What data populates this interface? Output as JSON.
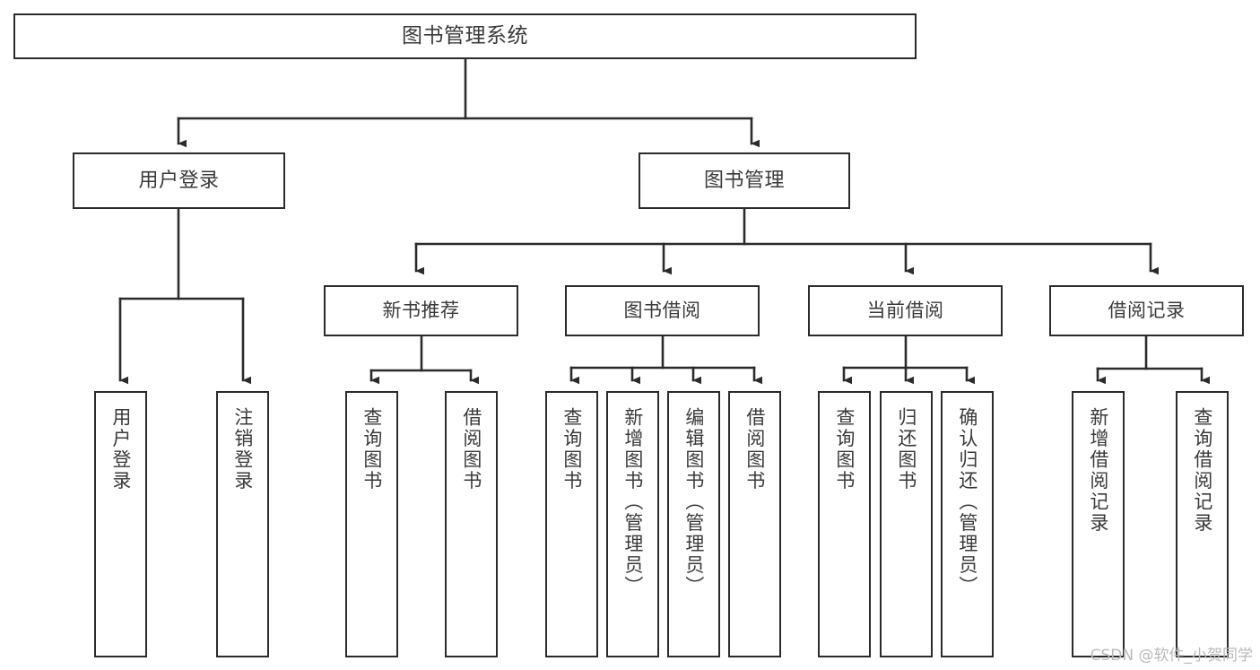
{
  "diagram": {
    "title": "图书管理系统",
    "type": "tree",
    "stroke_color": "#2b2b2b",
    "text_color": "#3a3a3a",
    "background": "#ffffff",
    "nodes": {
      "root": {
        "label": "图书管理系统"
      },
      "level2": [
        {
          "id": "user-login",
          "label": "用户登录"
        },
        {
          "id": "book-manage",
          "label": "图书管理"
        }
      ],
      "level3": [
        {
          "id": "new-book-rec",
          "label": "新书推荐"
        },
        {
          "id": "book-borrow",
          "label": "图书借阅"
        },
        {
          "id": "current-borrow",
          "label": "当前借阅"
        },
        {
          "id": "borrow-record",
          "label": "借阅记录"
        }
      ],
      "leaves": {
        "user-login": [
          {
            "id": "leaf-user-login",
            "label": "用户登录"
          },
          {
            "id": "leaf-user-logout",
            "label": "注销登录"
          }
        ],
        "new-book-rec": [
          {
            "id": "leaf-query-book-1",
            "label": "查询图书"
          },
          {
            "id": "leaf-borrow-book-1",
            "label": "借阅图书"
          }
        ],
        "book-borrow": [
          {
            "id": "leaf-query-book-2",
            "label": "查询图书"
          },
          {
            "id": "leaf-add-book",
            "label": "新增图书（管理员）"
          },
          {
            "id": "leaf-edit-book",
            "label": "编辑图书（管理员）"
          },
          {
            "id": "leaf-borrow-book-2",
            "label": "借阅图书"
          }
        ],
        "current-borrow": [
          {
            "id": "leaf-query-book-3",
            "label": "查询图书"
          },
          {
            "id": "leaf-return-book",
            "label": "归还图书"
          },
          {
            "id": "leaf-confirm-return",
            "label": "确认归还（管理员）"
          }
        ],
        "borrow-record": [
          {
            "id": "leaf-add-record",
            "label": "新增借阅记录"
          },
          {
            "id": "leaf-query-record",
            "label": "查询借阅记录"
          }
        ]
      }
    }
  },
  "watermark": {
    "text": "CSDN @软件_小贺同学"
  }
}
